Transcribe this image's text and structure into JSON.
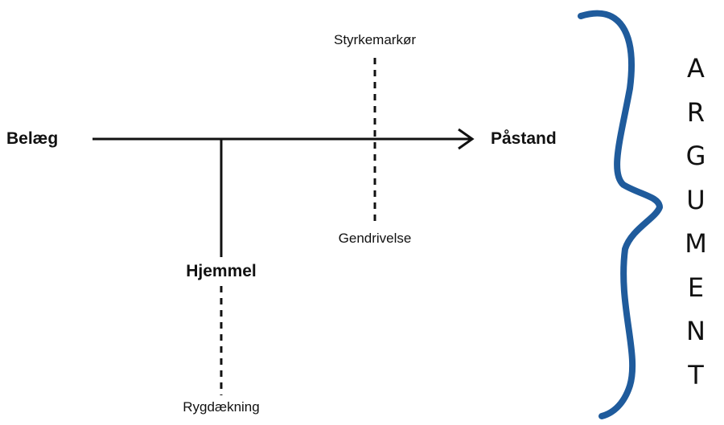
{
  "diagram": {
    "data_label": "Belæg",
    "claim_label": "Påstand",
    "warrant_label": "Hjemmel",
    "backing_label": "Rygdækning",
    "qualifier_label": "Styrkemarkør",
    "rebuttal_label": "Gendrivelse",
    "argument_letters": [
      "A",
      "R",
      "G",
      "U",
      "M",
      "E",
      "N",
      "T"
    ]
  },
  "colors": {
    "line": "#111111",
    "brace": "#1f5b9c"
  }
}
